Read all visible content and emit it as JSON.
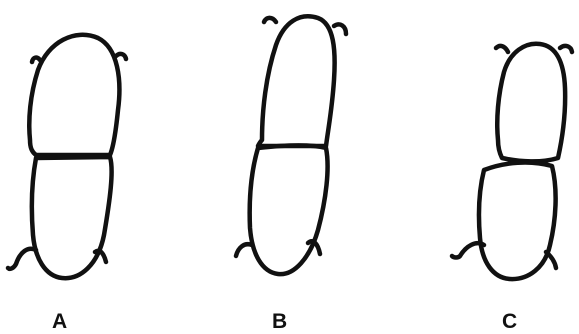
{
  "figures": [
    {
      "id": "A",
      "label": "A"
    },
    {
      "id": "B",
      "label": "B"
    },
    {
      "id": "C",
      "label": "C"
    }
  ],
  "colors": {
    "ink": "#111111",
    "background": "#ffffff"
  }
}
